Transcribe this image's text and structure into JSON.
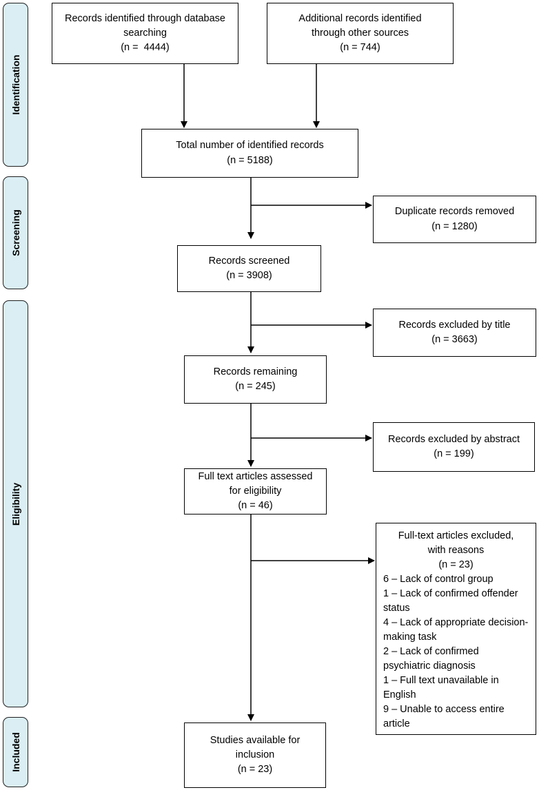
{
  "stages": {
    "identification": "Identification",
    "screening": "Screening",
    "eligibility": "Eligibility",
    "included": "Included"
  },
  "boxes": {
    "database_records": {
      "text": "Records identified through database searching",
      "n": "(n =  4444)"
    },
    "other_records": {
      "text": "Additional records identified through other sources",
      "n": "(n = 744)"
    },
    "total_records": {
      "text": "Total number of identified records",
      "n": "(n = 5188)"
    },
    "duplicates_removed": {
      "text": "Duplicate records removed",
      "n": "(n = 1280)"
    },
    "records_screened": {
      "text": "Records screened",
      "n": "(n = 3908)"
    },
    "excluded_title": {
      "text": "Records excluded by title",
      "n": "(n = 3663)"
    },
    "records_remaining": {
      "text": "Records remaining",
      "n": "(n = 245)"
    },
    "excluded_abstract": {
      "text": "Records excluded by abstract",
      "n": "(n = 199)"
    },
    "fulltext_assessed": {
      "text": "Full text articles assessed for eligibility",
      "n": "(n = 46)"
    },
    "fulltext_excluded": {
      "text": "Full-text articles excluded, with reasons",
      "n": "(n = 23)",
      "reasons": [
        "6 – Lack of control group",
        "1 – Lack of confirmed offender status",
        "4  – Lack of appropriate decision-making task",
        "2 – Lack of confirmed psychiatric diagnosis",
        "1 – Full text unavailable in English",
        "9 – Unable to access entire article"
      ]
    },
    "studies_included": {
      "text": "Studies available for inclusion",
      "n": "(n = 23)"
    }
  }
}
